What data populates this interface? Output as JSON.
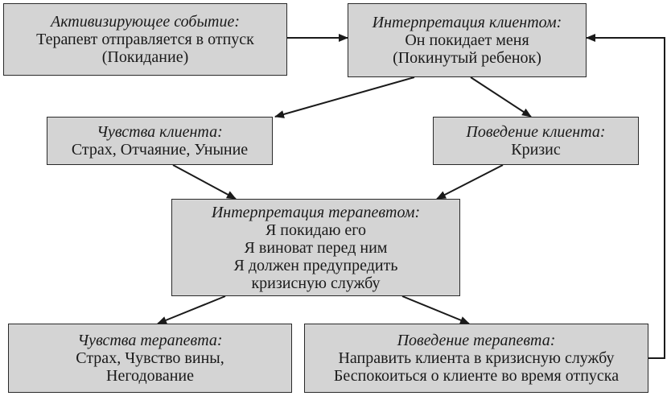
{
  "colors": {
    "box_fill": "#d4d4d4",
    "border": "#2a2a2a",
    "arrow": "#1a1a1a"
  },
  "boxes": {
    "trigger": {
      "title": "Активизирующее событие:",
      "lines": [
        "Терапевт отправляется в отпуск",
        "(Покидание)"
      ]
    },
    "client_interpretation": {
      "title": "Интерпретация клиентом:",
      "lines": [
        "Он покидает меня",
        "(Покинутый ребенок)"
      ]
    },
    "client_feelings": {
      "title": "Чувства клиента:",
      "lines": [
        "Страх, Отчаяние, Уныние"
      ]
    },
    "client_behavior": {
      "title": "Поведение клиента:",
      "lines": [
        "Кризис"
      ]
    },
    "therapist_interpretation": {
      "title": "Интерпретация терапевтом:",
      "lines": [
        "Я покидаю его",
        "Я виноват перед ним",
        "Я должен предупредить",
        "кризисную службу"
      ]
    },
    "therapist_feelings": {
      "title": "Чувства терапевта:",
      "lines": [
        "Страх, Чувство вины,",
        "Негодование"
      ]
    },
    "therapist_behavior": {
      "title": "Поведение терапевта:",
      "lines": [
        "Направить клиента в кризисную службу",
        "Беспокоиться о клиенте во время отпуска"
      ]
    }
  }
}
